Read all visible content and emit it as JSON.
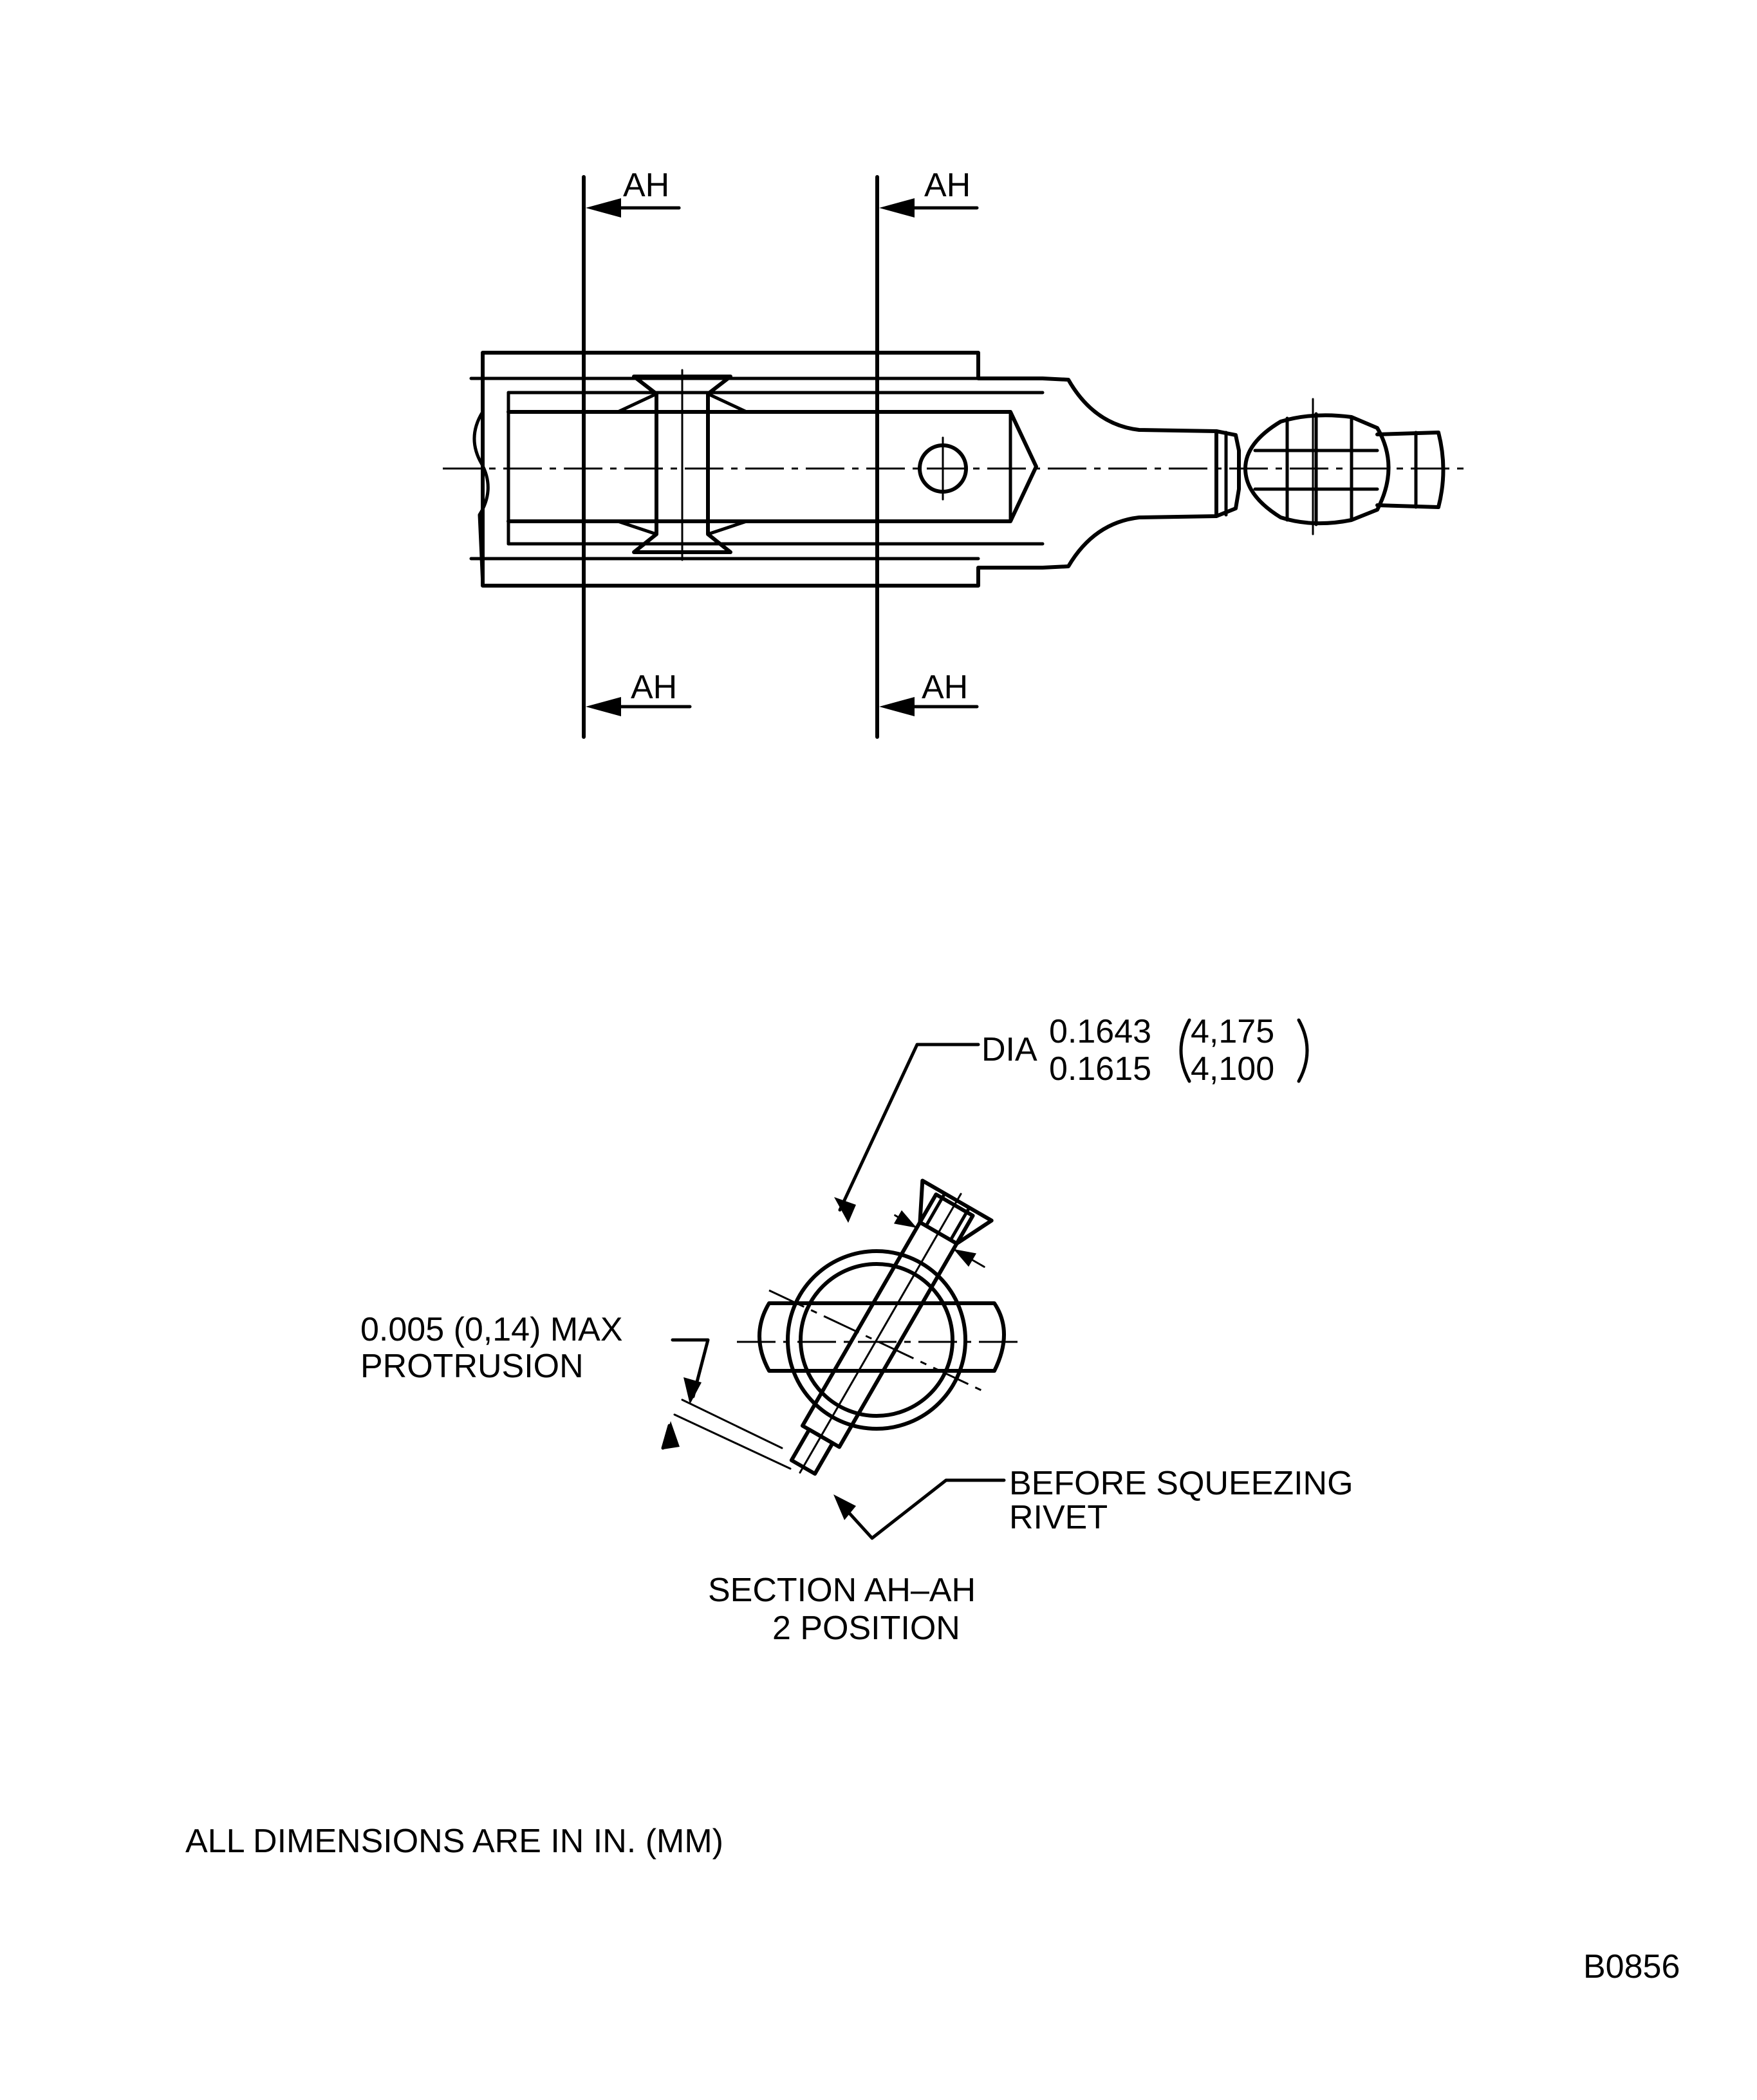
{
  "section_marks": {
    "top_left": "AH",
    "top_right": "AH",
    "bottom_left": "AH",
    "bottom_right": "AH"
  },
  "dia_callout": {
    "prefix": "DIA",
    "upper_in": "0.1643",
    "lower_in": "0.1615",
    "upper_mm": "4,175",
    "lower_mm": "4,100"
  },
  "protrusion_callout": {
    "line1": "0.005 (0,14) MAX",
    "line2": "PROTRUSION"
  },
  "rivet_callout": {
    "line1": "BEFORE SQUEEZING",
    "line2": "RIVET"
  },
  "section_title": {
    "line1": "SECTION AH–AH",
    "line2": "2 POSITION"
  },
  "units_note": "ALL DIMENSIONS ARE IN IN. (MM)",
  "figure_id": "B0856"
}
